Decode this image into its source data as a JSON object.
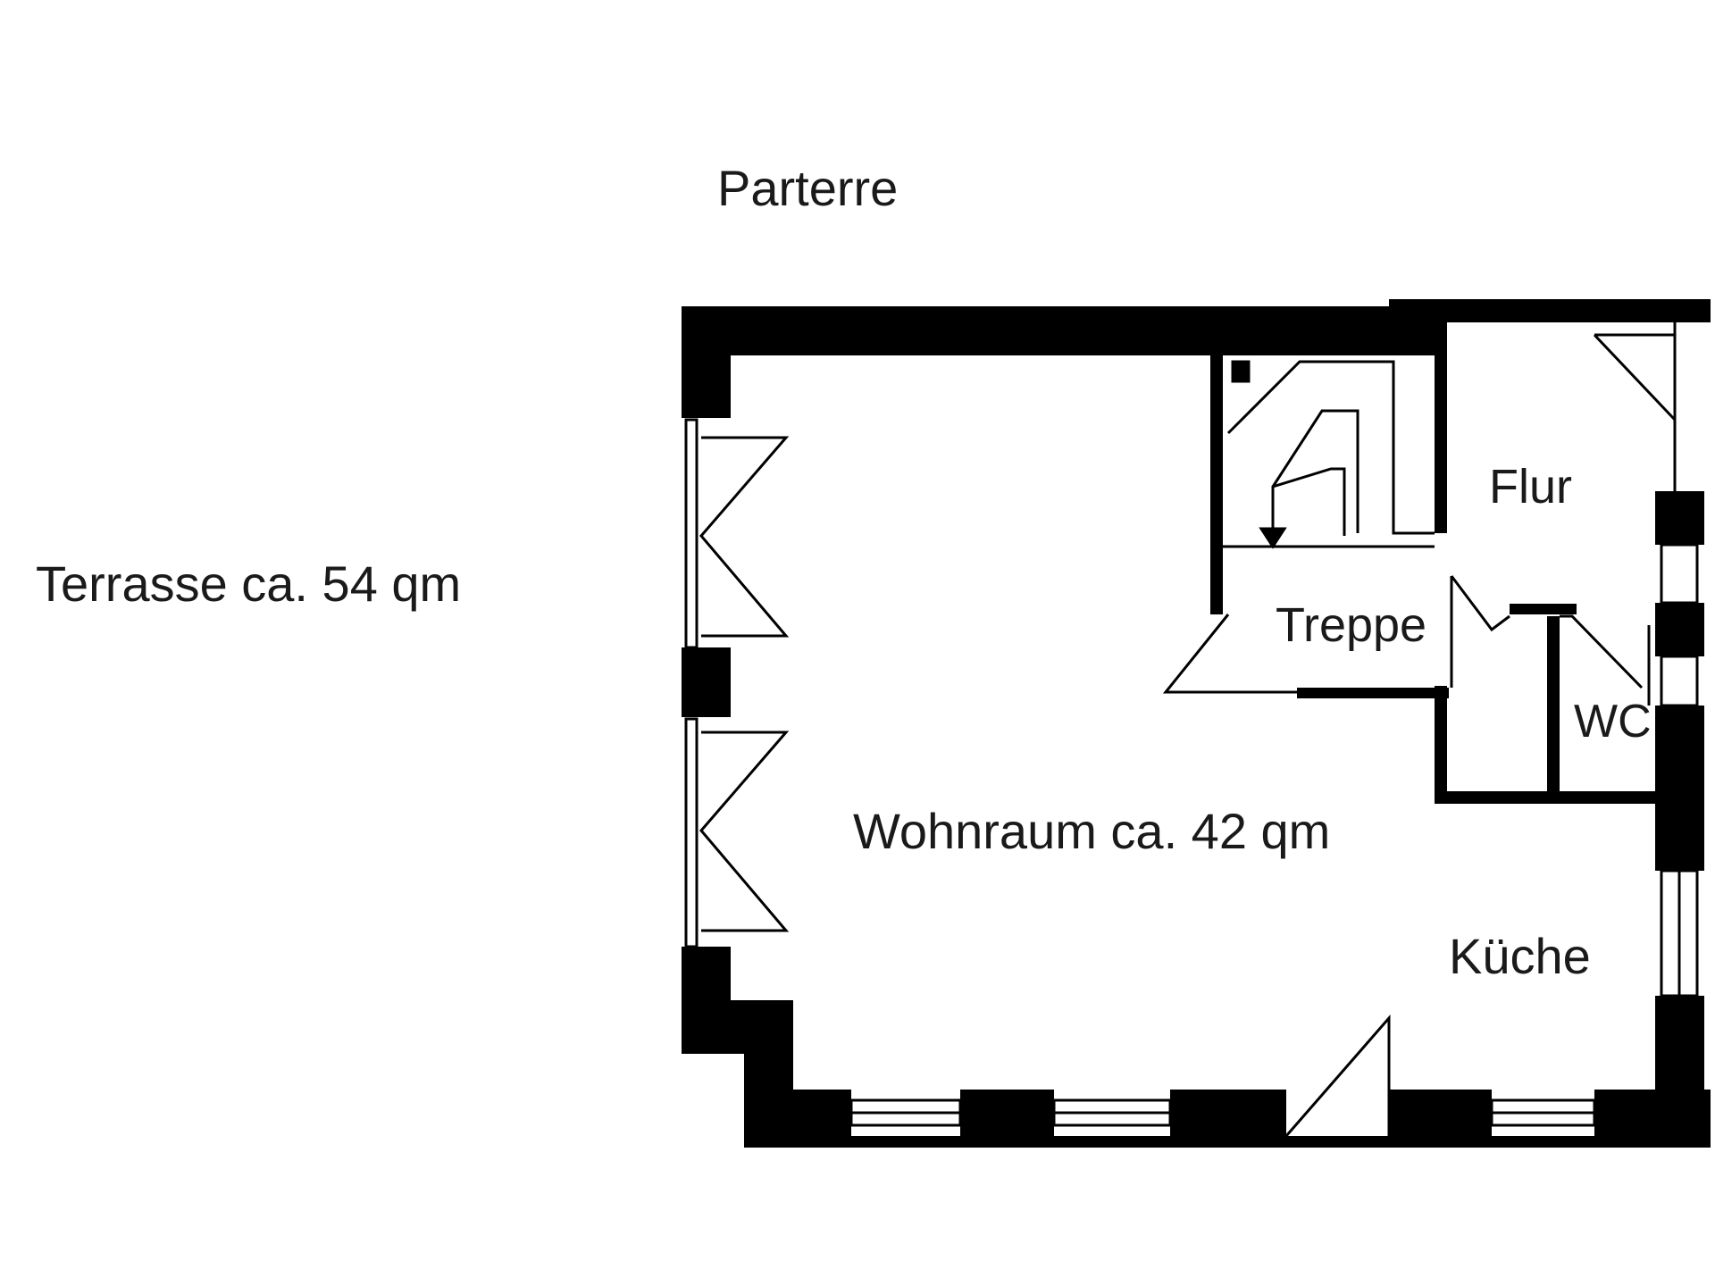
{
  "floor_label": "Parterre",
  "terrace_label": "Terrasse ca. 54 qm",
  "rooms": {
    "living": "Wohnraum ca. 42 qm",
    "hall": "Flur",
    "stairs": "Treppe",
    "wc": "WC",
    "kitchen": "Küche"
  },
  "colors": {
    "wall": "#000000",
    "background": "#ffffff",
    "text": "#1a1a1a"
  }
}
